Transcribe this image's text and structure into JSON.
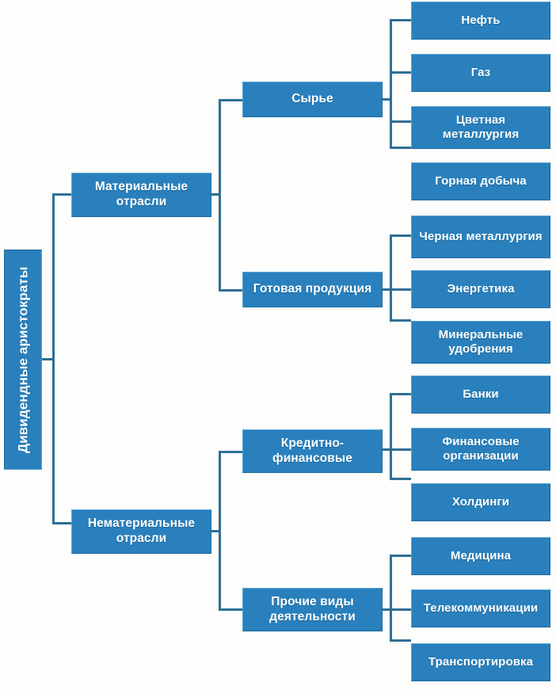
{
  "diagram": {
    "title": "Дивидендные аристократы",
    "type": "hierarchy-tree",
    "accent_color": "#2980bd",
    "connector_color": "#2f6f96",
    "text_color": "#ffffff",
    "background_color": "#fdfdfc",
    "root": {
      "label": "Дивидендные аристократы"
    },
    "level2": [
      {
        "label": "Материальные отрасли"
      },
      {
        "label": "Нематериальные отрасли"
      }
    ],
    "level3": [
      {
        "label": "Сырье"
      },
      {
        "label": "Готовая продукция"
      },
      {
        "label": "Кредитно-финансовые"
      },
      {
        "label": "Прочие виды деятельности"
      }
    ],
    "level4": {
      "syrye": [
        {
          "label": "Нефть"
        },
        {
          "label": "Газ"
        },
        {
          "label": "Цветная металлургия"
        },
        {
          "label": "Горная добыча"
        }
      ],
      "gotovaya_produkciya": [
        {
          "label": "Черная металлургия"
        },
        {
          "label": "Энергетика"
        },
        {
          "label": "Минеральные удобрения"
        }
      ],
      "kreditno_finansovye": [
        {
          "label": "Банки"
        },
        {
          "label": "Финансовые организации"
        },
        {
          "label": "Холдинги"
        }
      ],
      "prochie_vidy": [
        {
          "label": "Медицина"
        },
        {
          "label": "Телекоммуникации"
        },
        {
          "label": "Транспортировка"
        }
      ]
    }
  }
}
